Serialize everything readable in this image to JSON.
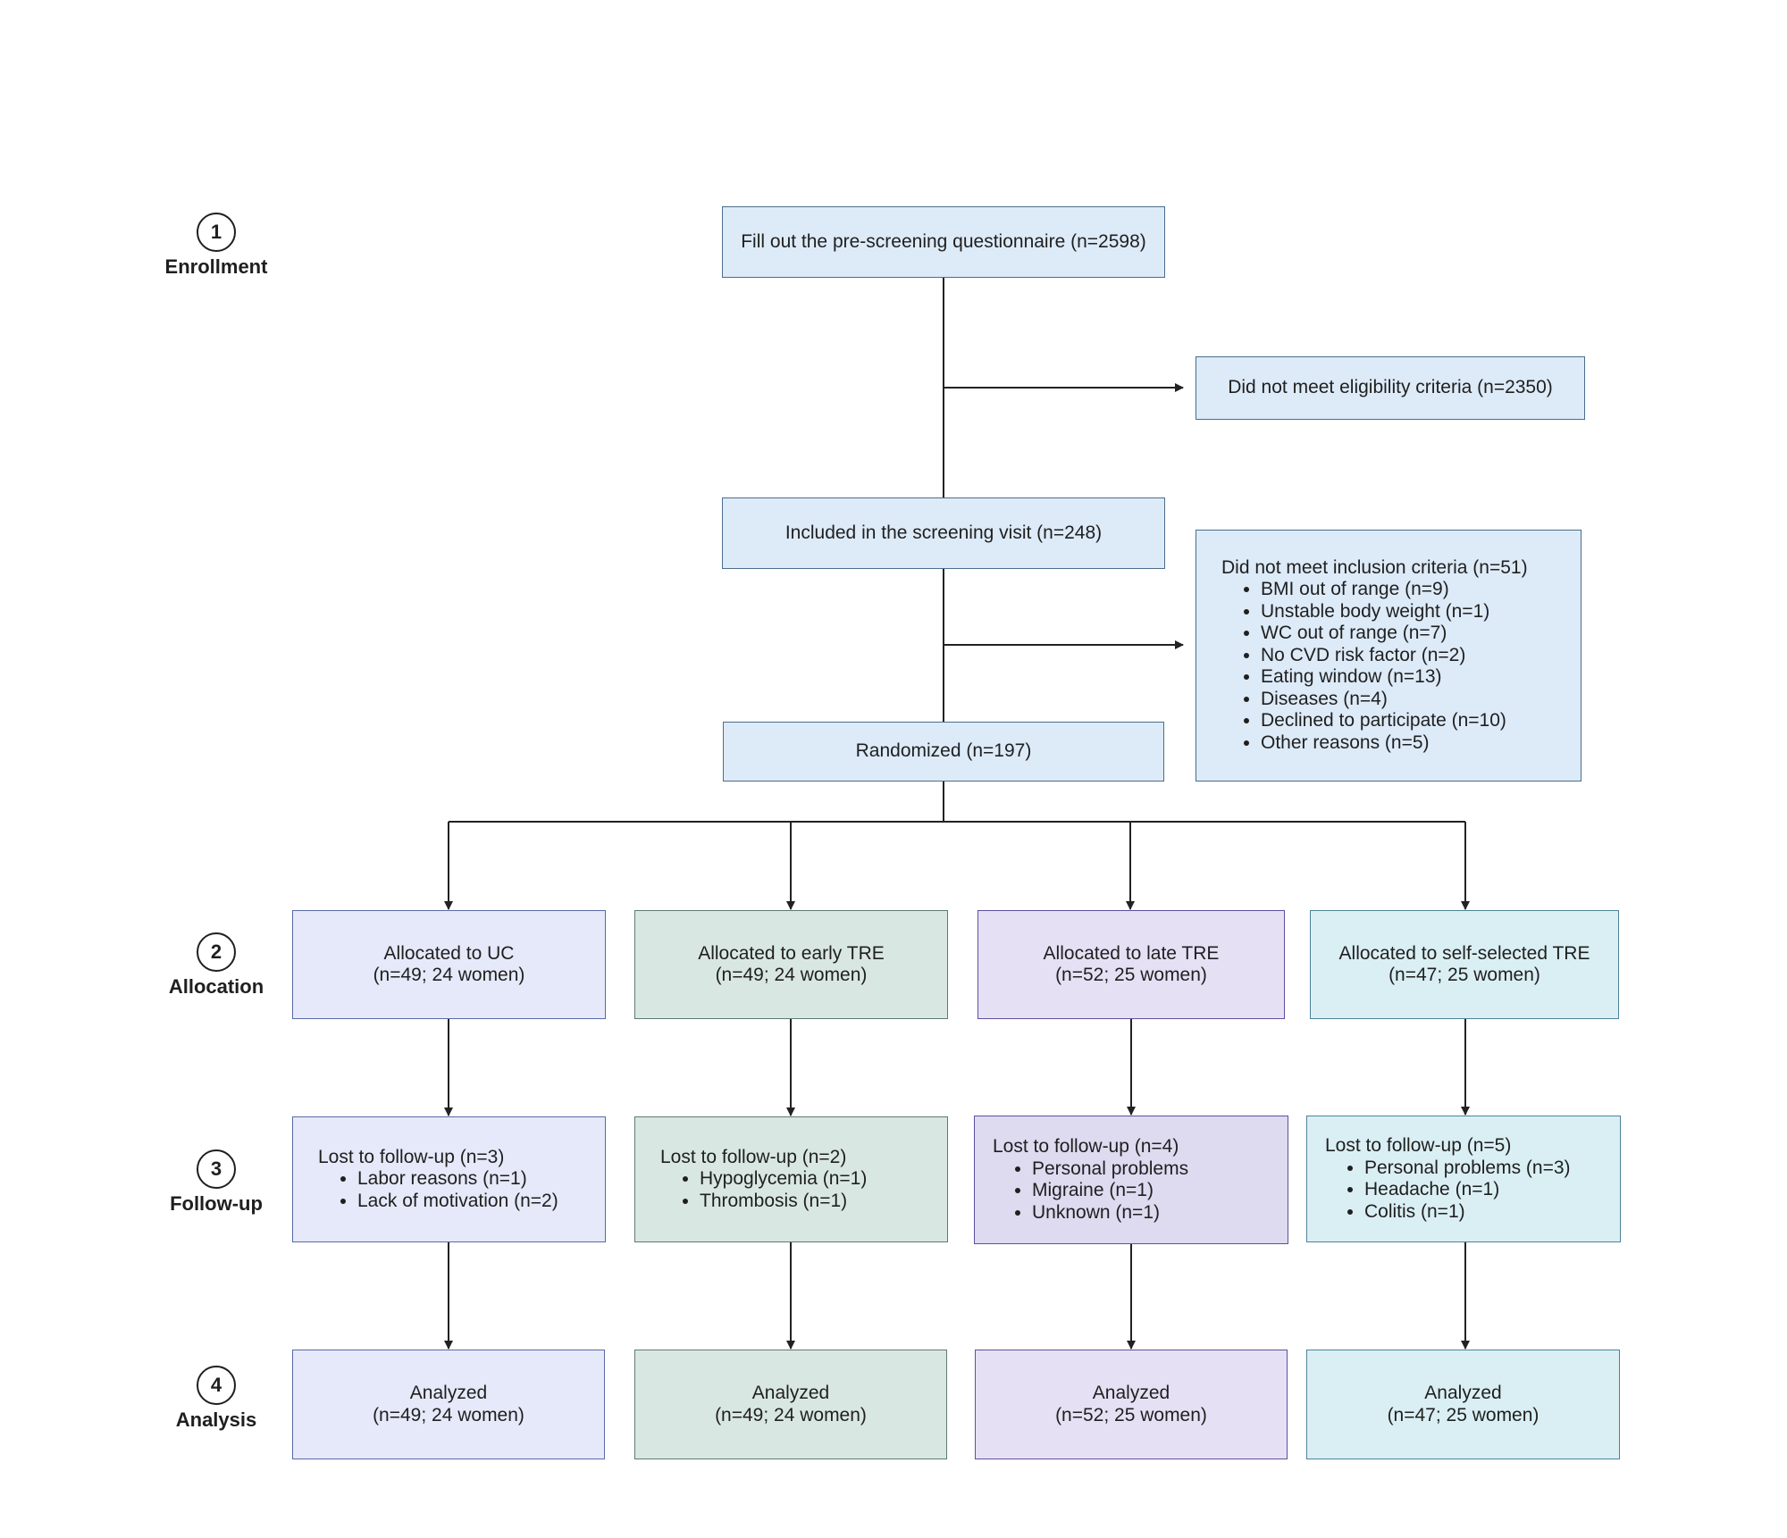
{
  "stages": [
    {
      "number": "1",
      "label": "Enrollment"
    },
    {
      "number": "2",
      "label": "Allocation"
    },
    {
      "number": "3",
      "label": "Follow-up"
    },
    {
      "number": "4",
      "label": "Analysis"
    }
  ],
  "enrollment": {
    "prescreen": "Fill out the pre-screening questionnaire (n=2598)",
    "not_eligible": "Did not meet eligibility criteria (n=2350)",
    "screening_visit": "Included in the screening visit (n=248)",
    "exclusion": {
      "title": "Did not meet inclusion criteria (n=51)",
      "items": [
        "BMI out of range (n=9)",
        "Unstable body weight (n=1)",
        "WC out of range (n=7)",
        "No CVD risk factor (n=2)",
        "Eating window (n=13)",
        "Diseases (n=4)",
        "Declined to participate (n=10)",
        "Other reasons (n=5)"
      ]
    },
    "randomized": "Randomized (n=197)"
  },
  "arms": [
    {
      "allocated": {
        "line1": "Allocated to UC",
        "line2": "(n=49; 24 women)"
      },
      "lost": {
        "title": "Lost to follow-up (n=3)",
        "items": [
          "Labor reasons (n=1)",
          "Lack of motivation (n=2)"
        ]
      },
      "analyzed": {
        "line1": "Analyzed",
        "line2": "(n=49; 24 women)"
      },
      "color": "#e5e9f9"
    },
    {
      "allocated": {
        "line1": "Allocated to early TRE",
        "line2": "(n=49; 24 women)"
      },
      "lost": {
        "title": "Lost to follow-up (n=2)",
        "items": [
          "Hypoglycemia (n=1)",
          "Thrombosis (n=1)"
        ]
      },
      "analyzed": {
        "line1": "Analyzed",
        "line2": "(n=49; 24 women)"
      },
      "color": "#d9e7e3"
    },
    {
      "allocated": {
        "line1": "Allocated to late TRE",
        "line2": "(n=52; 25 women)"
      },
      "lost": {
        "title": "Lost to follow-up (n=4)",
        "items": [
          "Personal problems",
          "Migraine (n=1)",
          "Unknown (n=1)"
        ]
      },
      "analyzed": {
        "line1": "Analyzed",
        "line2": "(n=52; 25 women)"
      },
      "color": "#e6e0f5"
    },
    {
      "allocated": {
        "line1": "Allocated to self-selected TRE",
        "line2": "(n=47; 25 women)"
      },
      "lost": {
        "title": "Lost to follow-up (n=5)",
        "items": [
          "Personal problems (n=3)",
          "Headache (n=1)",
          "Colitis (n=1)"
        ]
      },
      "analyzed": {
        "line1": "Analyzed",
        "line2": "(n=47; 25 women)"
      },
      "color": "#daeff4"
    }
  ]
}
